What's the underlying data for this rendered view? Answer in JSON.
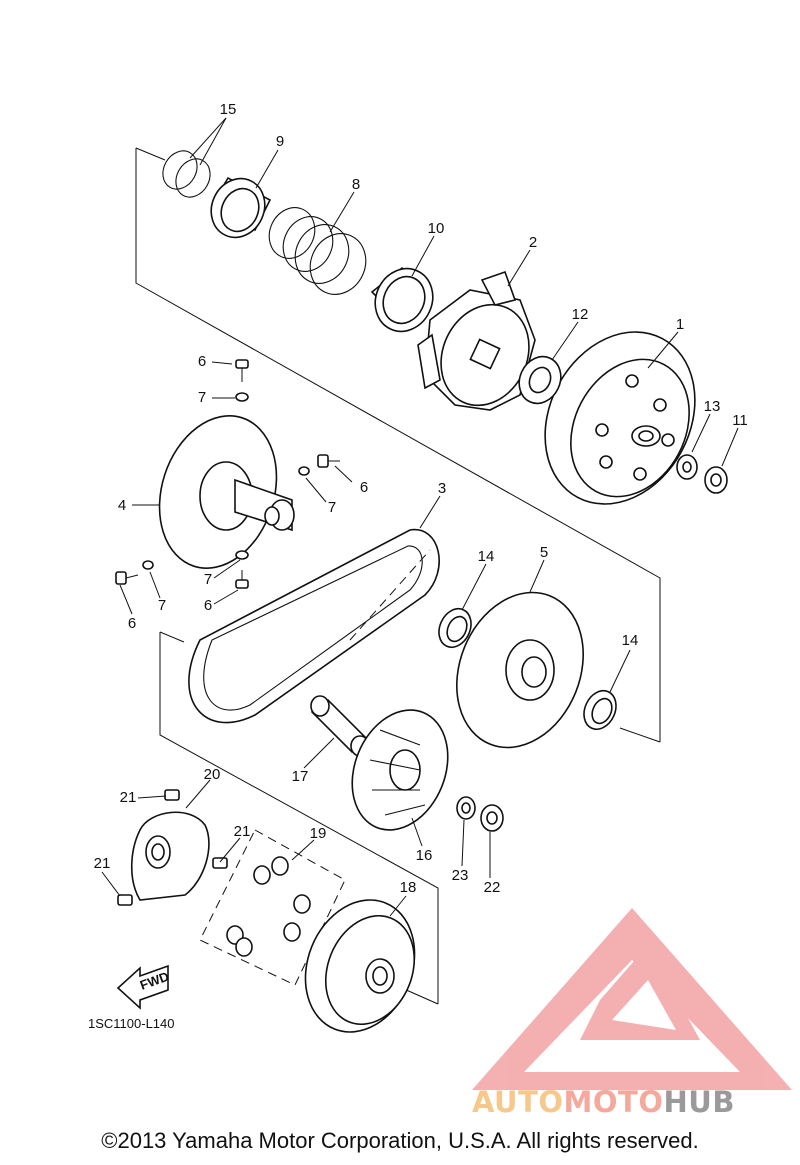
{
  "parts": {
    "p1": "1",
    "p2": "2",
    "p3": "3",
    "p4": "4",
    "p5": "5",
    "p6a": "6",
    "p6b": "6",
    "p6c": "6",
    "p6d": "6",
    "p7a": "7",
    "p7b": "7",
    "p7c": "7",
    "p7d": "7",
    "p8": "8",
    "p9": "9",
    "p10": "10",
    "p11": "11",
    "p12": "12",
    "p13": "13",
    "p14a": "14",
    "p14b": "14",
    "p15": "15",
    "p16": "16",
    "p17": "17",
    "p18": "18",
    "p19": "19",
    "p20": "20",
    "p21a": "21",
    "p21b": "21",
    "p21c": "21",
    "p22": "22",
    "p23": "23"
  },
  "fwd_label": "FWD",
  "diagram_code": "1SC1100-L140",
  "watermark": {
    "part1": "AUTO",
    "part2": "MOTO",
    "part3": "HUB",
    "color_a": "#f5c98c",
    "color_b": "#f3a99c",
    "color_c": "#9a9a9a"
  },
  "copyright": "©2013 Yamaha Motor Corporation, U.S.A. All rights reserved."
}
